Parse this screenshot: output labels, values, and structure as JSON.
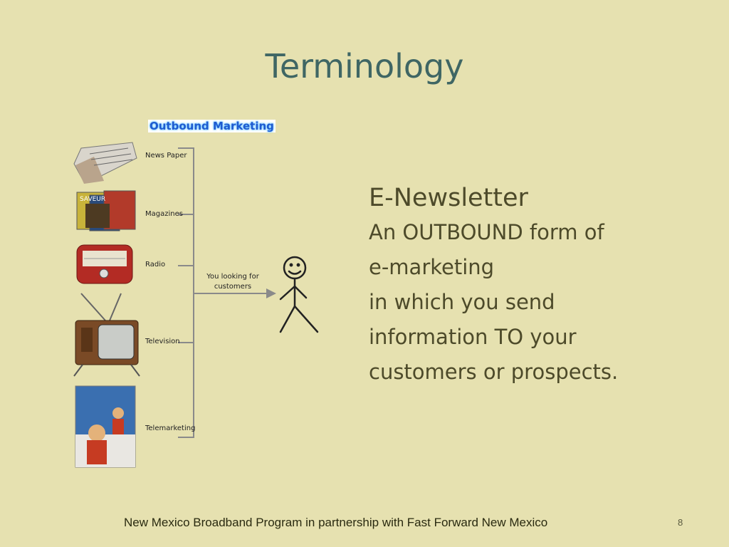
{
  "slide": {
    "title": "Terminology",
    "page_number": "8"
  },
  "diagram": {
    "heading": "Outbound Marketing",
    "media": [
      {
        "label": "News Paper",
        "icon": "newspaper-icon"
      },
      {
        "label": "Magazines",
        "icon": "magazines-icon"
      },
      {
        "label": "Radio",
        "icon": "radio-icon"
      },
      {
        "label": "Television",
        "icon": "television-icon"
      },
      {
        "label": "Telemarketing",
        "icon": "telemarketing-icon"
      }
    ],
    "arrow_label_line1": "You looking for",
    "arrow_label_line2": "customers",
    "person_icon": "stick-figure-icon"
  },
  "content": {
    "heading": "E-Newsletter",
    "line1": "An OUTBOUND form of",
    "line2": "e-marketing",
    "line3": "in which you send",
    "line4_before": "information ",
    "line4_em": "TO",
    "line4_after": " your",
    "line5": "customers or prospects."
  },
  "footer": {
    "text": "New Mexico Broadband Program in partnership with  Fast Forward New Mexico"
  },
  "colors": {
    "background": "#e6e1b0",
    "title": "#3f6664",
    "body": "#4d4a2a",
    "heading_blue": "#1f5bd0"
  }
}
